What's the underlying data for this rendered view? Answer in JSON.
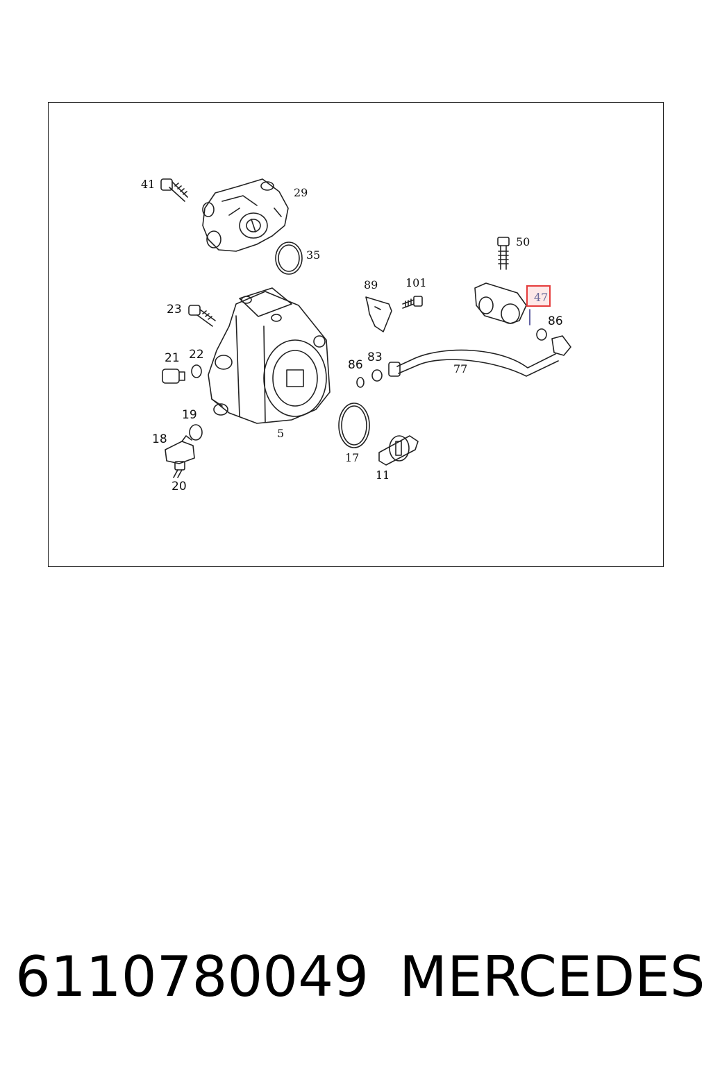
{
  "diagram": {
    "labels": {
      "p41": "41",
      "p29": "29",
      "p35": "35",
      "p50": "50",
      "p89": "89",
      "p101": "101",
      "p47": "47",
      "p86a": "86",
      "p23": "23",
      "p21": "21",
      "p22": "22",
      "p86b": "86",
      "p83": "83",
      "p77": "77",
      "p19": "19",
      "p18": "18",
      "p20": "20",
      "p5": "5",
      "p17": "17",
      "p11": "11"
    },
    "highlighted_part": "47",
    "highlight_color": "#e53b3b"
  },
  "caption": {
    "part_number": "6110780049",
    "brand": "MERCEDES"
  }
}
